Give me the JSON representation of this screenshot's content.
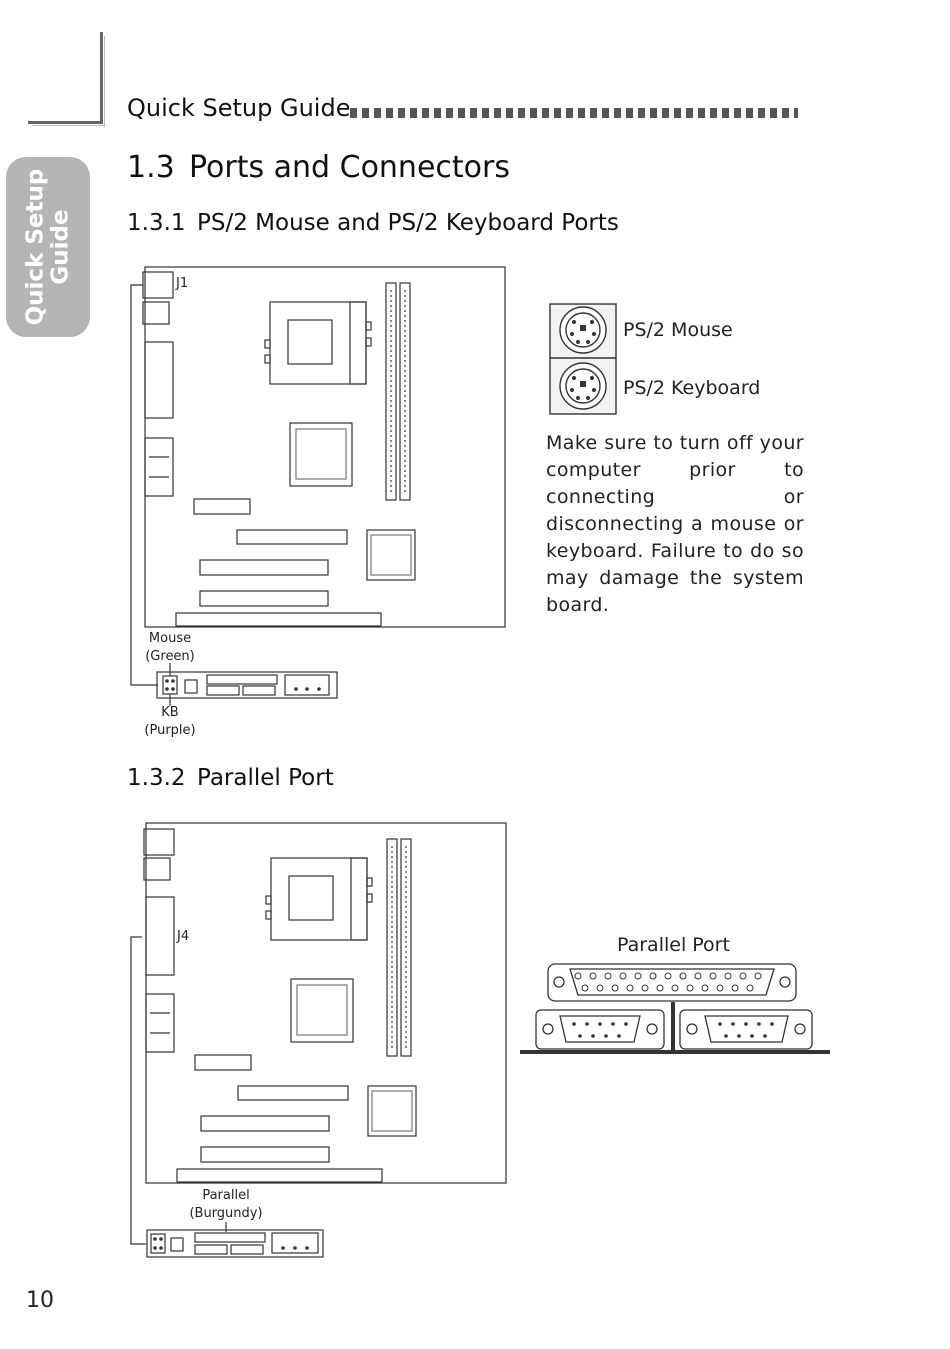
{
  "header": {
    "guide_title": "Quick Setup Guide"
  },
  "side_tab": {
    "line1": "Quick Setup",
    "line2": "Guide"
  },
  "section": {
    "number": "1.3",
    "title": "Ports and Connectors"
  },
  "subsection_ps2": {
    "number": "1.3.1",
    "title": "PS/2 Mouse and PS/2 Keyboard Ports",
    "connector_id": "J1",
    "mouse_label": "Mouse",
    "mouse_color": "(Green)",
    "kb_label": "KB",
    "kb_color": "(Purple)",
    "port_mouse_label": "PS/2 Mouse",
    "port_keyboard_label": "PS/2 Keyboard",
    "note": "Make sure to turn off your computer prior to connecting or disconnecting a mouse or keyboard. Failure to do so may damage the system board."
  },
  "subsection_parallel": {
    "number": "1.3.2",
    "title": "Parallel Port",
    "connector_id": "J4",
    "parallel_label": "Parallel",
    "parallel_color": "(Burgundy)",
    "port_label": "Parallel Port"
  },
  "page_number": "10"
}
